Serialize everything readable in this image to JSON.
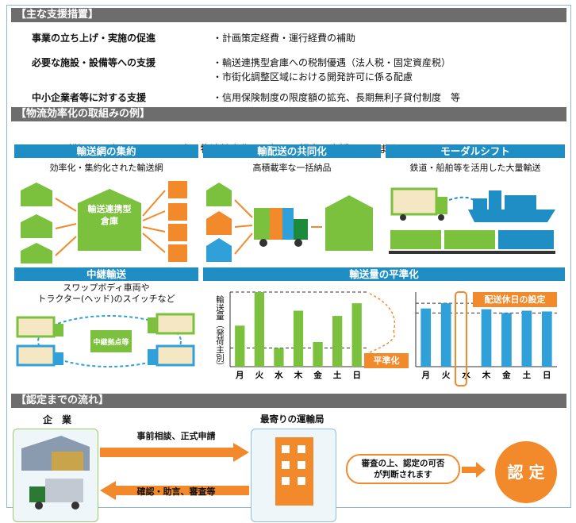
{
  "sections": {
    "support_title": "【主な支援措置】",
    "examples_title": "【物流効率化の取組みの例】",
    "flow_title": "【認定までの流れ】"
  },
  "support": [
    {
      "title": "事業の立ち上げ・実施の促進",
      "desc": [
        "・計画策定経費・運行経費の補助"
      ]
    },
    {
      "title": "必要な施設・設備等への支援",
      "desc": [
        "・輸送連携型倉庫への税制優遇（法人税・固定資産税）",
        "・市街化調整区域における開発許可に係る配慮"
      ]
    },
    {
      "title": "中小企業者等に対する支援",
      "desc": [
        "・信用保険制度の限度額の拡充、長期無利子貸付制度　等"
      ]
    }
  ],
  "intro": "以下に列挙した取組みをはじめ、広く物流効率化の取組みを認定・支援しています。",
  "panels": {
    "p1": {
      "title": "輸送網の集約",
      "sub": "効率化・集約化された輸送網",
      "warehouse": "輸送連携型\n倉庫"
    },
    "p2": {
      "title": "輸配送の共同化",
      "sub": "高積載率な一括納品"
    },
    "p3": {
      "title": "モーダルシフト",
      "sub": "鉄道・船舶等を活用した大量輸送"
    },
    "p4": {
      "title": "中継輸送",
      "sub": "スワップボディ車両や\nトラクター(ヘッド)のスイッチなど",
      "relay": "中継拠点等"
    },
    "p5": {
      "title": "輸送量の平準化",
      "ylabel": "輸送量（発荷主別）",
      "tag_level": "平準化",
      "tag_holiday": "配送休日の設定"
    }
  },
  "chart_data": [
    {
      "type": "bar",
      "categories": [
        "月",
        "火",
        "水",
        "木",
        "金",
        "土",
        "日"
      ],
      "values": [
        55,
        100,
        25,
        75,
        33,
        68,
        85
      ],
      "ylabel": "輸送量（発荷主別）"
    },
    {
      "type": "bar",
      "categories": [
        "月",
        "火",
        "水",
        "木",
        "金",
        "土",
        "日"
      ],
      "values": [
        78,
        85,
        0,
        77,
        72,
        75,
        74
      ]
    }
  ],
  "flow": {
    "company": "企　業",
    "bureau": "最寄りの運輸局",
    "arrow_right": "事前相談、正式申請",
    "arrow_left": "確認・助言、審査等",
    "review": "審査の上、認定の可否\nが判断されます",
    "approve": "認 定"
  },
  "colors": {
    "green": "#7cc13d",
    "orange": "#f28a2c",
    "blue": "#1e8ec5",
    "gray": "#6d6d6d"
  }
}
